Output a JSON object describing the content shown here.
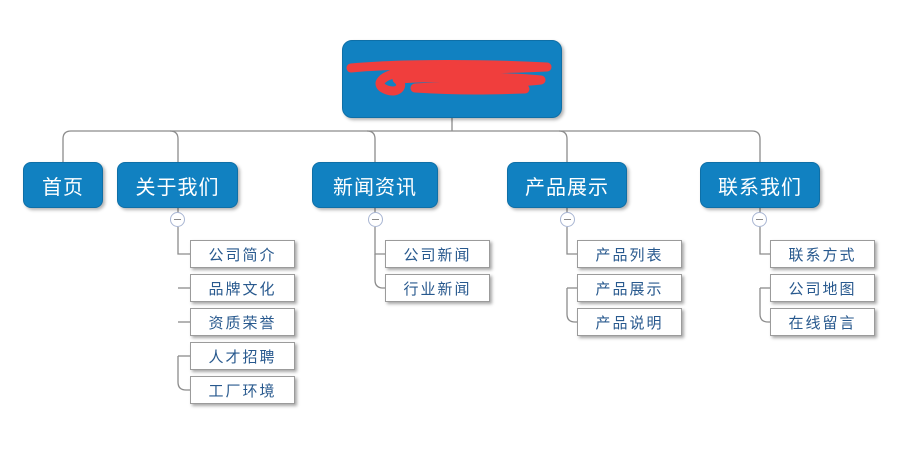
{
  "diagram": {
    "type": "sitemap-mindmap",
    "root": {
      "label": "",
      "redacted": true
    },
    "level1": [
      {
        "label": "首页",
        "children": []
      },
      {
        "label": "关于我们",
        "children": [
          "公司简介",
          "品牌文化",
          "资质荣誉",
          "人才招聘",
          "工厂环境"
        ]
      },
      {
        "label": "新闻资讯",
        "children": [
          "公司新闻",
          "行业新闻"
        ]
      },
      {
        "label": "产品展示",
        "children": [
          "产品列表",
          "产品展示",
          "产品说明"
        ]
      },
      {
        "label": "联系我们",
        "children": [
          "联系方式",
          "公司地图",
          "在线留言"
        ]
      }
    ],
    "collapse_toggle_state": "collapsed-minus",
    "colors": {
      "topic_fill": "#1181c1",
      "topic_text": "#ffffff",
      "leaf_text": "#28598e",
      "leaf_border": "#9b9b9b",
      "connector_line": "#8c8c8c",
      "redaction_scribble": "#f03e3d"
    }
  }
}
